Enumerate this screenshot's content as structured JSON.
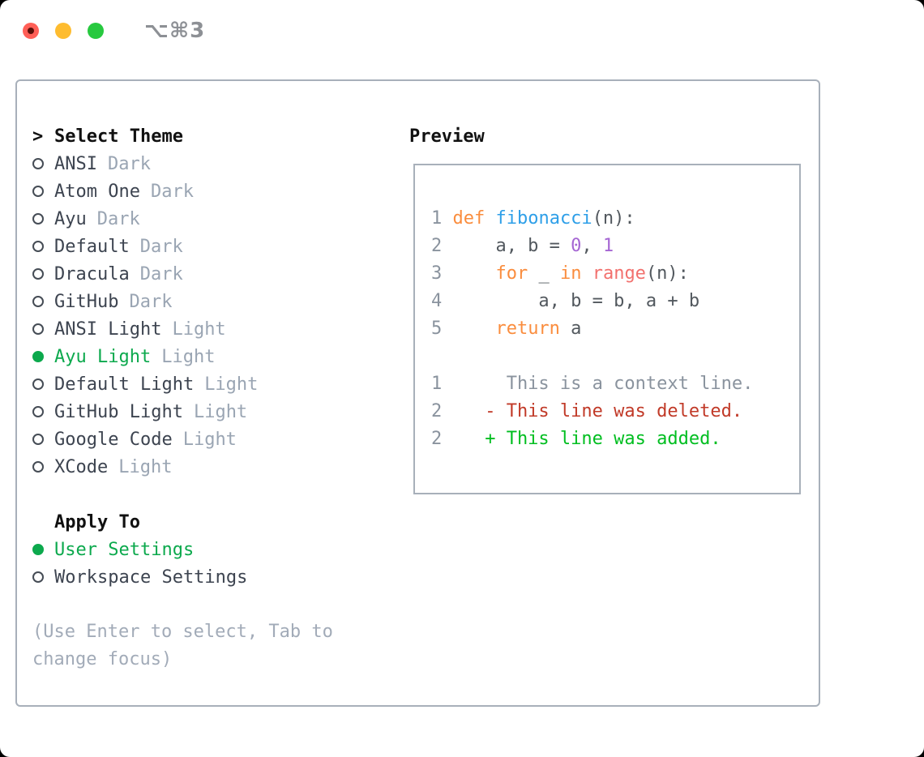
{
  "window": {
    "shortcut_label": "⌥⌘3"
  },
  "theme_picker": {
    "prompt": ">",
    "title": "Select Theme",
    "themes": [
      {
        "name": "ANSI",
        "variant": "Dark",
        "selected": false
      },
      {
        "name": "Atom One",
        "variant": "Dark",
        "selected": false
      },
      {
        "name": "Ayu",
        "variant": "Dark",
        "selected": false
      },
      {
        "name": "Default",
        "variant": "Dark",
        "selected": false
      },
      {
        "name": "Dracula",
        "variant": "Dark",
        "selected": false
      },
      {
        "name": "GitHub",
        "variant": "Dark",
        "selected": false
      },
      {
        "name": "ANSI Light",
        "variant": "Light",
        "selected": false
      },
      {
        "name": "Ayu Light",
        "variant": "Light",
        "selected": true
      },
      {
        "name": "Default Light",
        "variant": "Light",
        "selected": false
      },
      {
        "name": "GitHub Light",
        "variant": "Light",
        "selected": false
      },
      {
        "name": "Google Code",
        "variant": "Light",
        "selected": false
      },
      {
        "name": "XCode",
        "variant": "Light",
        "selected": false
      }
    ],
    "apply_to": {
      "title": "Apply To",
      "options": [
        {
          "label": "User Settings",
          "selected": true
        },
        {
          "label": "Workspace Settings",
          "selected": false
        }
      ]
    },
    "help_text": "(Use Enter to select, Tab to change focus)"
  },
  "preview": {
    "title": "Preview",
    "lines": [
      {
        "number": "1",
        "tokens": [
          {
            "c": "kw",
            "t": "def"
          },
          {
            "c": "plain",
            "t": " "
          },
          {
            "c": "fn",
            "t": "fibonacci"
          },
          {
            "c": "plain",
            "t": "(n):"
          }
        ]
      },
      {
        "number": "2",
        "tokens": [
          {
            "c": "plain",
            "t": "    a, b = "
          },
          {
            "c": "num",
            "t": "0"
          },
          {
            "c": "plain",
            "t": ", "
          },
          {
            "c": "num",
            "t": "1"
          }
        ]
      },
      {
        "number": "3",
        "tokens": [
          {
            "c": "plain",
            "t": "    "
          },
          {
            "c": "kw",
            "t": "for"
          },
          {
            "c": "plain",
            "t": " _ "
          },
          {
            "c": "kw",
            "t": "in"
          },
          {
            "c": "plain",
            "t": " "
          },
          {
            "c": "special",
            "t": "range"
          },
          {
            "c": "plain",
            "t": "(n):"
          }
        ]
      },
      {
        "number": "4",
        "tokens": [
          {
            "c": "plain",
            "t": "        a, b = b, a + b"
          }
        ]
      },
      {
        "number": "5",
        "tokens": [
          {
            "c": "plain",
            "t": "    "
          },
          {
            "c": "kw",
            "t": "return"
          },
          {
            "c": "plain",
            "t": " a"
          }
        ]
      },
      {
        "number": "",
        "tokens": []
      },
      {
        "number": "1",
        "tokens": [
          {
            "c": "context",
            "t": "     This is a context line."
          }
        ]
      },
      {
        "number": "2",
        "tokens": [
          {
            "c": "deleted",
            "t": "   - This line was deleted."
          }
        ]
      },
      {
        "number": "2",
        "tokens": [
          {
            "c": "added",
            "t": "   + This line was added."
          }
        ]
      }
    ]
  },
  "colors": {
    "accent_green": "#0CA94D",
    "diff_added_green": "#00BE20",
    "diff_deleted_red": "#C13A28",
    "keyword_orange": "#FA8D3E",
    "function_blue": "#2E9FE8",
    "number_purple": "#A566D3",
    "special_coral": "#F2716E",
    "code_plain": "#52585E",
    "line_number_gray": "#8A939E",
    "muted_gray": "#9AA5B3",
    "text_dark": "#3D4450",
    "header_black": "#111111",
    "help_gray": "#A2ABB8",
    "border_gray": "#A8B0BA",
    "traffic_red": "#FF5F57",
    "traffic_yellow": "#FEBC2F",
    "traffic_green": "#27C93F",
    "titlebar_gray": "#8D9095"
  }
}
